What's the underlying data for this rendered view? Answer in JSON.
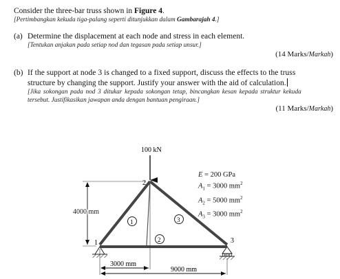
{
  "intro": {
    "en_prefix": "Consider the three-bar truss shown in ",
    "en_figure": "Figure 4",
    "en_suffix": ".",
    "ms_prefix": "[Pertimbangkan kekuda tiga-palang seperti ditunjukkan dalam ",
    "ms_figure": "Gambarajah 4",
    "ms_suffix": ".]"
  },
  "part_a": {
    "label": "(a)",
    "en": "Determine the displacement at each node and stress in each element.",
    "ms": "[Tentukan anjakan pada setiap nod dan tegasan pada setiap unsur.]",
    "marks": "(14 Marks/",
    "marks_ms": "Markah",
    "marks_close": ")"
  },
  "part_b": {
    "label": "(b)",
    "en_line1": "If the support at node 3 is changed to a fixed support, discuss the effects to the truss",
    "en_line2": "structure by changing the support. Justify your answer with the aid of calculation.",
    "ms_line1": "[Jika sokongan pada nod 3 ditukar kepada sokongan tetap, bincangkan kesan kepada struktur kekuda",
    "ms_line2": "tersebut. Justifikasikan jawapan anda dengan bantuan pengiraan.]",
    "marks": "(11 Marks/",
    "marks_ms": "Markah",
    "marks_close": ")"
  },
  "figure": {
    "load": "100 kN",
    "height_dim": "4000 mm",
    "left_dim": "3000 mm",
    "total_dim": "9000 mm",
    "node_1": "1",
    "node_2": "2",
    "node_3": "3",
    "element_1": "1",
    "element_2": "2",
    "element_3": "3",
    "properties": {
      "E_sym": "E",
      "E_val": " = 200 GPa",
      "A_sym": "A",
      "A1_sub": "1",
      "A1_val": " = 3000 mm",
      "A2_sub": "2",
      "A2_val": " = 5000 mm",
      "A3_sub": "3",
      "A3_val": " = 3000 mm",
      "unit_sup": "2"
    }
  }
}
